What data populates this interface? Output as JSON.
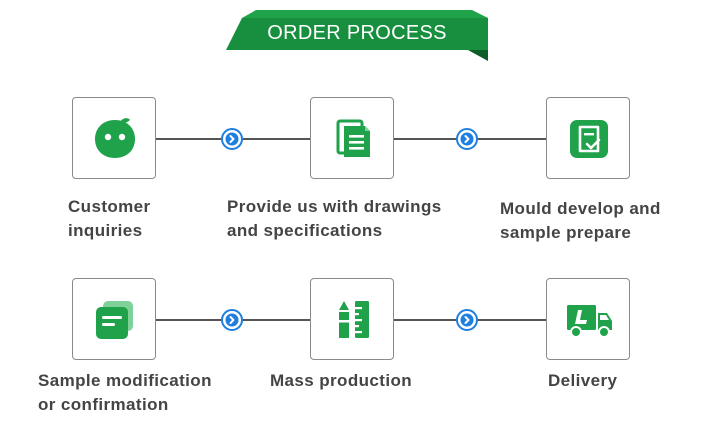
{
  "header": {
    "title": "ORDER PROCESS"
  },
  "colors": {
    "brand_green": "#1fa24a",
    "banner_green": "#178f3f",
    "banner_shadow": "#0d5d28",
    "arrow_blue": "#1e7fe0"
  },
  "steps": [
    {
      "icon": "face-icon",
      "lines": [
        "Customer",
        "inquiries"
      ]
    },
    {
      "icon": "documents-icon",
      "lines": [
        "Provide us with drawings",
        "and specifications"
      ]
    },
    {
      "icon": "checked-document-icon",
      "lines": [
        "Mould develop and",
        "sample prepare"
      ]
    },
    {
      "icon": "message-cards-icon",
      "lines": [
        "Sample modification",
        "or confirmation"
      ]
    },
    {
      "icon": "pencil-ruler-icon",
      "lines": [
        "Mass production"
      ]
    },
    {
      "icon": "delivery-truck-icon",
      "lines": [
        "Delivery"
      ]
    }
  ]
}
